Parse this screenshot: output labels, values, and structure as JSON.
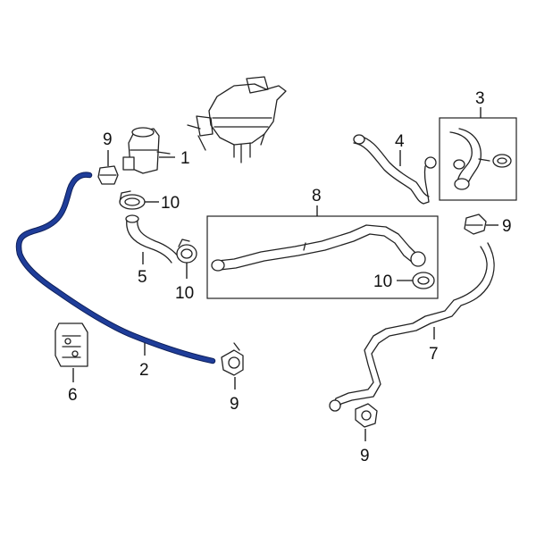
{
  "diagram": {
    "highlighted_part": "2",
    "highlight_color": "#1f3d99",
    "callouts": {
      "c1": "1",
      "c2": "2",
      "c3": "3",
      "c4": "4",
      "c5": "5",
      "c6": "6",
      "c7": "7",
      "c8": "8",
      "c9a": "9",
      "c9b": "9",
      "c9c": "9",
      "c9d": "9",
      "c10a": "10",
      "c10b": "10",
      "c10c": "10"
    }
  }
}
